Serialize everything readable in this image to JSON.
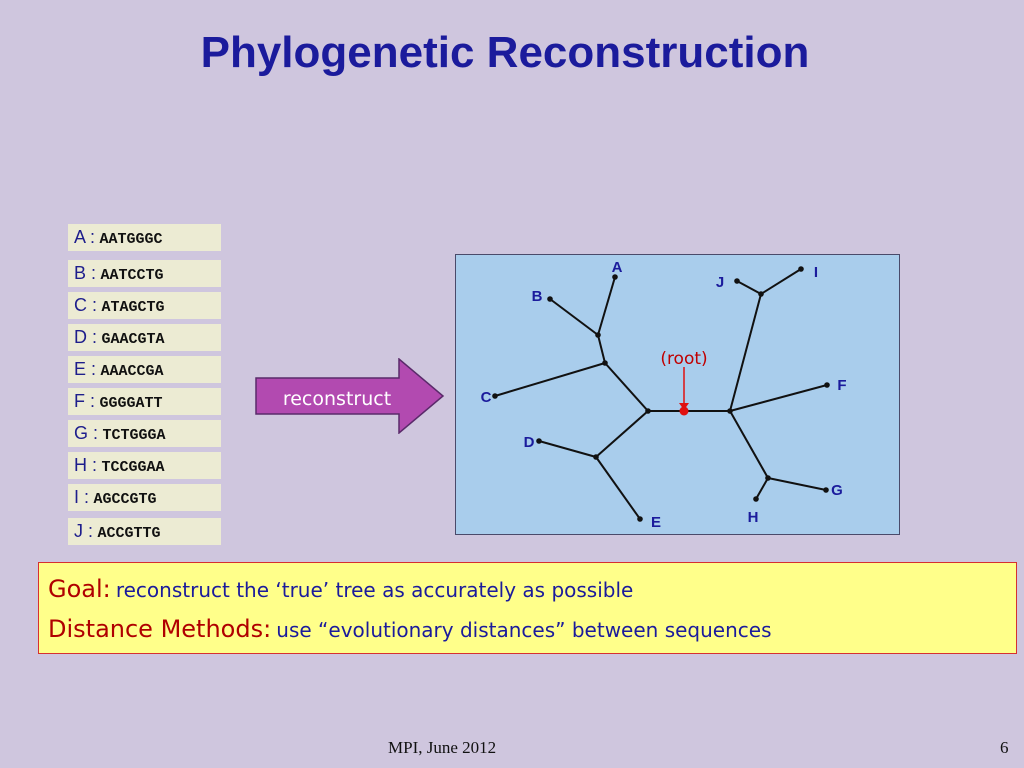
{
  "title": "Phylogenetic Reconstruction",
  "sequences": [
    {
      "label": "A :",
      "seq": "AATGGGC"
    },
    {
      "label": "B :",
      "seq": "AATCCTG"
    },
    {
      "label": "C :",
      "seq": "ATAGCTG"
    },
    {
      "label": "D :",
      "seq": "GAACGTA"
    },
    {
      "label": "E :",
      "seq": "AAACCGA"
    },
    {
      "label": "F :",
      "seq": "GGGGATT"
    },
    {
      "label": "G :",
      "seq": "TCTGGGA"
    },
    {
      "label": "H :",
      "seq": "TCCGGAA"
    },
    {
      "label": "I :",
      "seq": "AGCCGTG"
    },
    {
      "label": "J :",
      "seq": "ACCGTTG"
    }
  ],
  "arrow_label": "reconstruct",
  "tree": {
    "root_label": "(root)",
    "leaves": [
      "A",
      "B",
      "C",
      "D",
      "E",
      "F",
      "G",
      "H",
      "I",
      "J"
    ]
  },
  "goal": {
    "goal_key": "Goal:",
    "goal_text": "reconstruct the ‘true’ tree as accurately as possible",
    "methods_key": "Distance Methods:",
    "methods_text": "use “evolutionary distances” between sequences"
  },
  "footer": "MPI,  June 2012",
  "page_number": "6",
  "colors": {
    "background": "#cfc6de",
    "title": "#1b1b9c",
    "arrow_fill": "#b24ab0",
    "tree_background": "#a9cdec",
    "root_marker": "#e01010",
    "goal_background": "#ffff8a"
  }
}
